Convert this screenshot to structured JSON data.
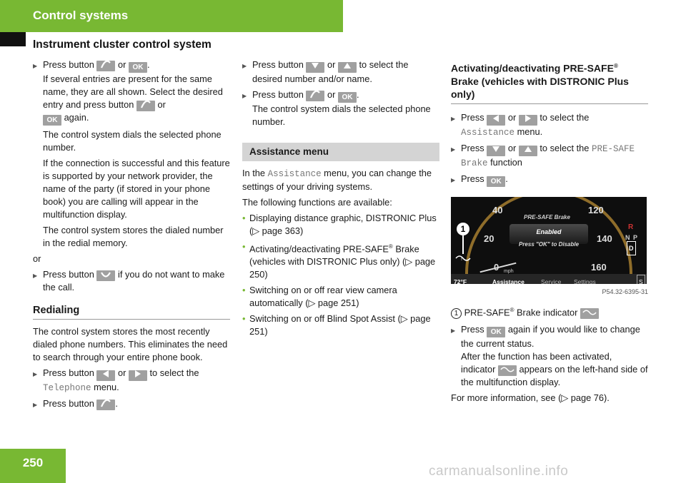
{
  "header": {
    "section_title": "Control systems",
    "subtitle": "Instrument cluster control system"
  },
  "page_number": "250",
  "watermark": "carmanualsonline.info",
  "col1": {
    "s1a": "Press button",
    "s1b": "or",
    "s1c": ".",
    "s1_line2": "If several entries are present for the same name, they are all shown. Select the desired entry and press button",
    "s1_or": "or",
    "s1_again": "again.",
    "p1": "The control system dials the selected phone number.",
    "p2": "If the connection is successful and this feature is supported by your network provider, the name of the party (if stored in your phone book) you are calling will appear in the multifunction display.",
    "p3": "The control system stores the dialed number in the redial memory.",
    "or": "or",
    "s2a": "Press button",
    "s2b": "if you do not want to make the call.",
    "redial_heading": "Redialing",
    "redial_intro": "The control system stores the most recently dialed phone numbers. This eliminates the need to search through your entire phone book.",
    "s3a": "Press button",
    "s3b": "or",
    "s3c": "to select the",
    "s3_menu": "Telephone",
    "s3d": "menu.",
    "s4a": "Press button",
    "s4b": "."
  },
  "col2": {
    "s1a": "Press button",
    "s1b": "or",
    "s1c": "to select the desired number and/or name.",
    "s2a": "Press button",
    "s2b": "or",
    "s2c": ".",
    "s2_line2": "The control system dials the selected phone number.",
    "box_heading": "Assistance menu",
    "intro_a": "In the",
    "intro_menu": "Assistance",
    "intro_b": "menu, you can change the settings of your driving systems.",
    "list_intro": "The following functions are available:",
    "b1": "Displaying distance graphic, DISTRONIC Plus (▷ page 363)",
    "b2a": "Activating/deactivating PRE-SAFE",
    "b2b": " Brake (vehicles with DISTRONIC Plus only) (▷ page 250)",
    "b3": "Switching on or off rear view camera automatically (▷ page 251)",
    "b4": "Switching on or off Blind Spot Assist (▷ page 251)"
  },
  "col3": {
    "heading_a": "Activating/deactivating PRE-SAFE",
    "heading_b": "Brake (vehicles with DISTRONIC Plus only)",
    "s1a": "Press",
    "s1b": "or",
    "s1c": "to select the",
    "s1_menu": "Assistance",
    "s1d": "menu.",
    "s2a": "Press",
    "s2b": "or",
    "s2c": "to select the",
    "s2_func": "PRE-SAFE Brake",
    "s2d": "function",
    "s3a": "Press",
    "s3b": ".",
    "photo_ref": "P54.32-6395-31",
    "caption_num": "1",
    "caption_a": "PRE-SAFE",
    "caption_b": " Brake indicator",
    "s4a": "Press",
    "s4b": "again if you would like to change the current status.",
    "s4_line2": "After the function has been activated, indicator",
    "s4_line2b": "appears on the left-hand side of the multifunction display.",
    "more": "For more information, see (▷ page 76)."
  },
  "display": {
    "title": "PRE-SAFE Brake",
    "status": "Enabled",
    "hint": "Press \"OK\" to Disable",
    "speeds": [
      "20",
      "40",
      "0",
      "120",
      "140",
      "160"
    ],
    "unit": "mph",
    "gears": [
      "R",
      "N",
      "P",
      "D"
    ],
    "temp": "72°F",
    "menu": [
      "Assistance",
      "Service",
      "Settings"
    ],
    "marker": "1",
    "s_label": "S"
  },
  "symbols": {
    "ok": "OK",
    "reg": "®",
    "phone_icon": "phone-pickup-icon",
    "hangup_icon": "phone-hangup-icon",
    "left_icon": "arrow-left-icon",
    "right_icon": "arrow-right-icon",
    "down_icon": "arrow-down-icon",
    "up_icon": "arrow-up-icon",
    "brake_icon": "presafe-brake-icon"
  },
  "colors": {
    "accent": "#78b833",
    "key_gray": "#a0a0a0",
    "box_gray": "#d4d4d4"
  }
}
